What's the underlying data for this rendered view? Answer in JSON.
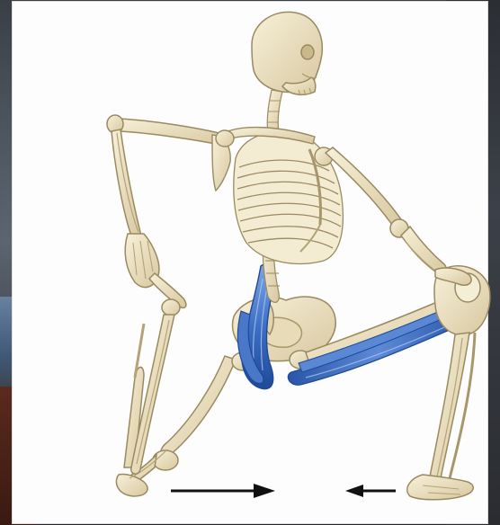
{
  "image": {
    "subject": "skeleton-kneeling-lunge-stretch",
    "palette": {
      "bone": "#efe6c9",
      "bone_shadow": "#c9b98f",
      "bone_outline": "#8f7f55",
      "muscle": "#3d6fc4",
      "muscle_dark": "#1f4a98",
      "muscle_light": "#7fa6e6",
      "arrow": "#111111",
      "panel": "#fdfdfd"
    },
    "arrows": [
      {
        "direction": "right"
      },
      {
        "direction": "left"
      }
    ]
  }
}
